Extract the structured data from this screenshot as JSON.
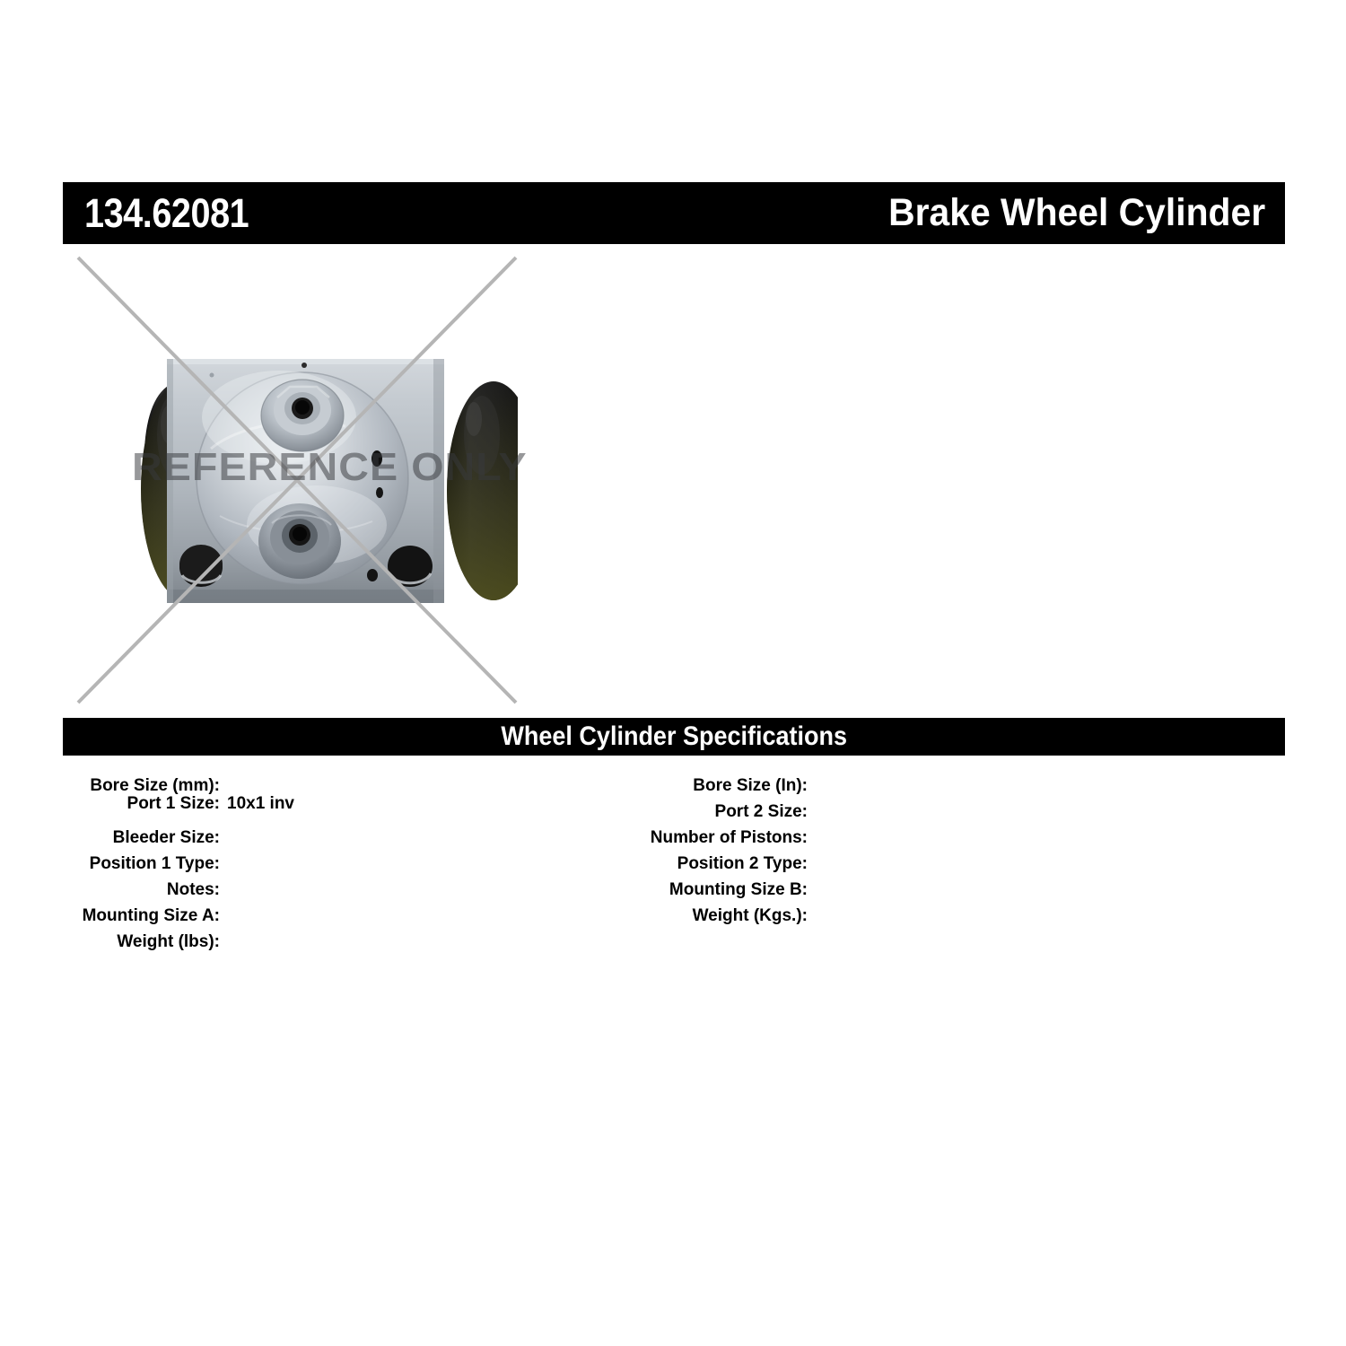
{
  "header": {
    "part_number": "134.62081",
    "product_name": "Brake Wheel Cylinder"
  },
  "product_image": {
    "watermark_text": "REFERENCE ONLY",
    "alt_name": "brake-wheel-cylinder-photo",
    "colors": {
      "body_light": "#c2c7cc",
      "body_mid": "#9aa1a8",
      "body_dark": "#6e757c",
      "boot_black": "#141414",
      "boot_olive": "#4a4a22",
      "port_dark": "#0d0d0d",
      "x_line": "#b5b5b5"
    }
  },
  "specifications": {
    "section_title": "Wheel Cylinder Specifications",
    "left_column": [
      {
        "label": "Bore Size (mm):",
        "value": ""
      },
      {
        "label": "Port 1 Size:",
        "value": "10x1 inv"
      },
      {
        "label": "Bleeder Size:",
        "value": ""
      },
      {
        "label": "Position 1 Type:",
        "value": ""
      },
      {
        "label": "Notes:",
        "value": ""
      },
      {
        "label": "Mounting Size A:",
        "value": ""
      },
      {
        "label": "Weight (lbs):",
        "value": ""
      }
    ],
    "right_column": [
      {
        "label": "Bore Size (In):",
        "value": ""
      },
      {
        "label": "Port 2 Size:",
        "value": ""
      },
      {
        "label": "Number of Pistons:",
        "value": ""
      },
      {
        "label": "Position 2 Type:",
        "value": ""
      },
      {
        "label": "Mounting Size B:",
        "value": ""
      },
      {
        "label": "Weight (Kgs.):",
        "value": ""
      }
    ]
  }
}
